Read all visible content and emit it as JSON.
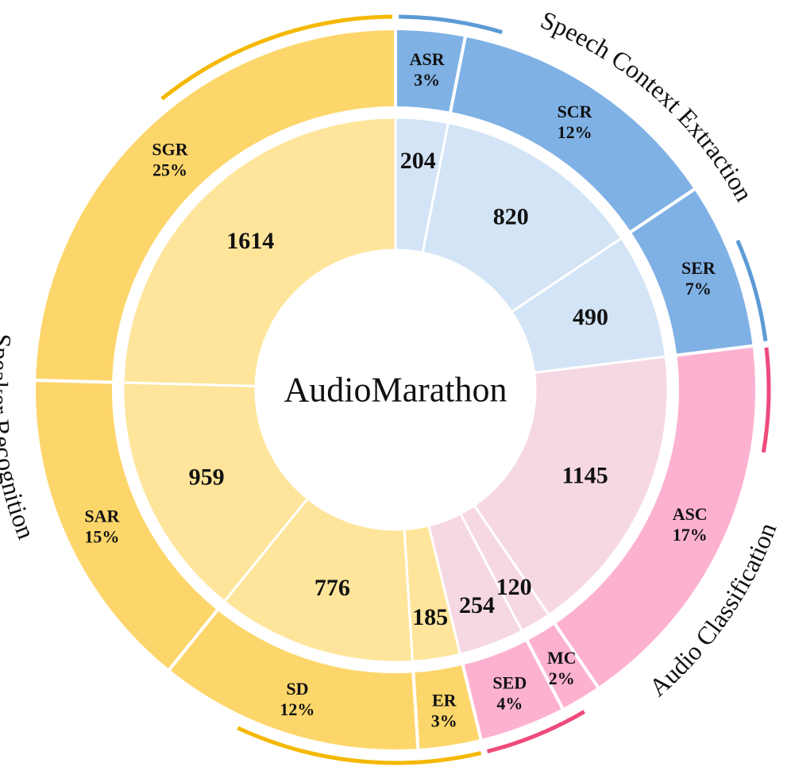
{
  "chart_data": {
    "type": "pie",
    "variant": "nested-donut",
    "title": "AudioMarathon",
    "groups": [
      {
        "name": "Speech Context Extraction",
        "color": "#7fb1e5",
        "inner_color": "#d3e4f6",
        "arc_color": "#5b9bd5"
      },
      {
        "name": "Audio Classification",
        "color": "#fdb1d0",
        "inner_color": "#f6d8e4",
        "arc_color": "#ef4a7c"
      },
      {
        "name": "Speaker Recognition",
        "color": "#fdd66b",
        "inner_color": "#fee59b",
        "arc_color": "#f5b800"
      }
    ],
    "segments": [
      {
        "abbr": "ASR",
        "percent": "3%",
        "count": 204,
        "group": 0
      },
      {
        "abbr": "SCR",
        "percent": "12%",
        "count": 820,
        "group": 0
      },
      {
        "abbr": "SER",
        "percent": "7%",
        "count": 490,
        "group": 0
      },
      {
        "abbr": "ASC",
        "percent": "17%",
        "count": 1145,
        "group": 1
      },
      {
        "abbr": "MC",
        "percent": "2%",
        "count": 120,
        "group": 1
      },
      {
        "abbr": "SED",
        "percent": "4%",
        "count": 254,
        "group": 1
      },
      {
        "abbr": "ER",
        "percent": "3%",
        "count": 185,
        "group": 2
      },
      {
        "abbr": "SD",
        "percent": "12%",
        "count": 776,
        "group": 2
      },
      {
        "abbr": "SAR",
        "percent": "15%",
        "count": 959,
        "group": 2
      },
      {
        "abbr": "SGR",
        "percent": "25%",
        "count": 1614,
        "group": 2
      }
    ]
  }
}
